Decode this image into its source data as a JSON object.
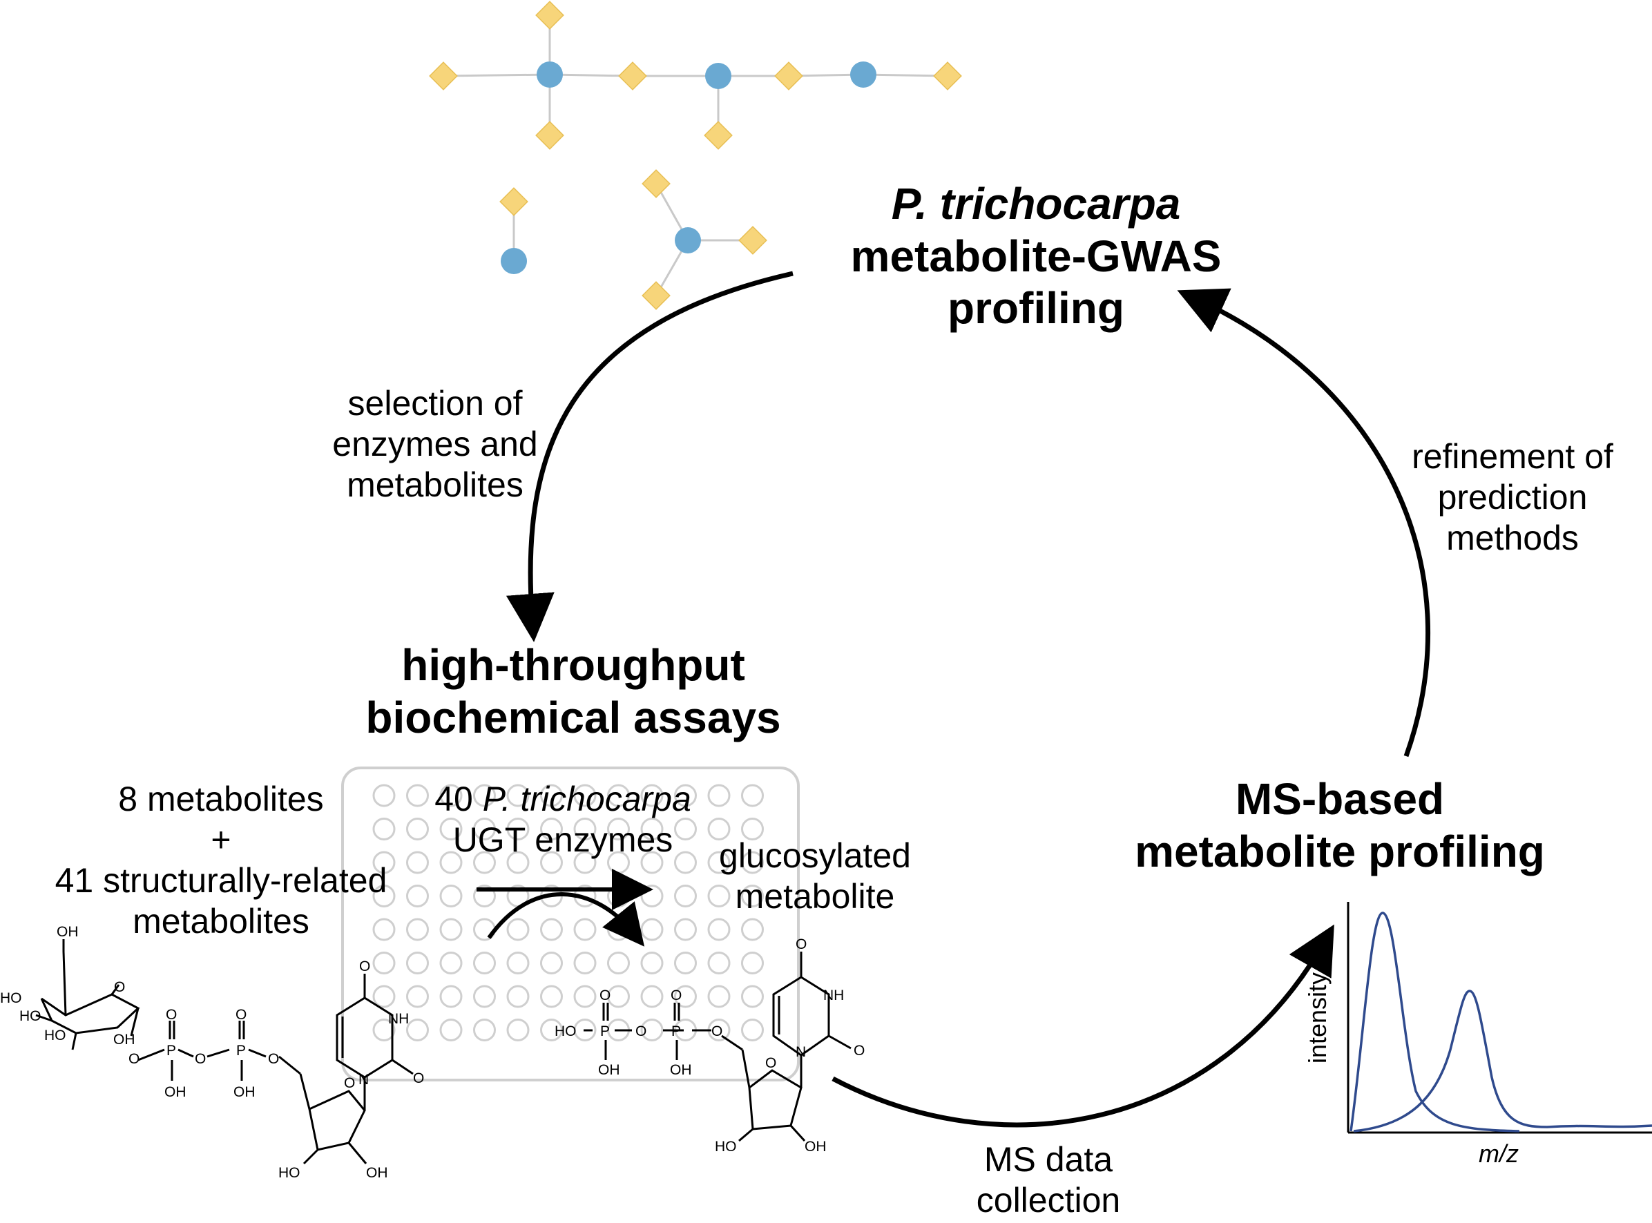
{
  "colors": {
    "node_circle": "#6aa9d2",
    "node_diamond": "#f7d57a",
    "edge": "#c9c9c9",
    "plate": "#cfcfcf",
    "spectrum": "#2f4a8d",
    "arrow": "#000000"
  },
  "gwas": {
    "species": "P. trichocarpa",
    "line2": "metabolite-GWAS",
    "line3": "profiling"
  },
  "assays": {
    "line1": "high-throughput",
    "line2": "biochemical assays"
  },
  "ms": {
    "line1": "MS-based",
    "line2": "metabolite profiling"
  },
  "arrows": {
    "selection": [
      "selection of",
      "enzymes and",
      "metabolites"
    ],
    "refinement": [
      "refinement of",
      "prediction",
      "methods"
    ],
    "ms_data": [
      "MS data",
      "collection"
    ]
  },
  "substrates": {
    "line1": "8 metabolites",
    "plus": "+",
    "line3": "41 structurally-related",
    "line4": "metabolites"
  },
  "enzymes": {
    "count": "40",
    "species": "P. trichocarpa",
    "line2": "UGT enzymes"
  },
  "product": {
    "line1": "glucosylated",
    "line2": "metabolite"
  },
  "spectrum": {
    "ylabel": "intensity",
    "xlabel": "m/z"
  },
  "chem_labels": {
    "oh": "OH",
    "ho": "HO",
    "o": "O",
    "p": "P",
    "nh": "NH",
    "n": "N"
  },
  "plate": {
    "rows": 8,
    "cols": 12
  }
}
